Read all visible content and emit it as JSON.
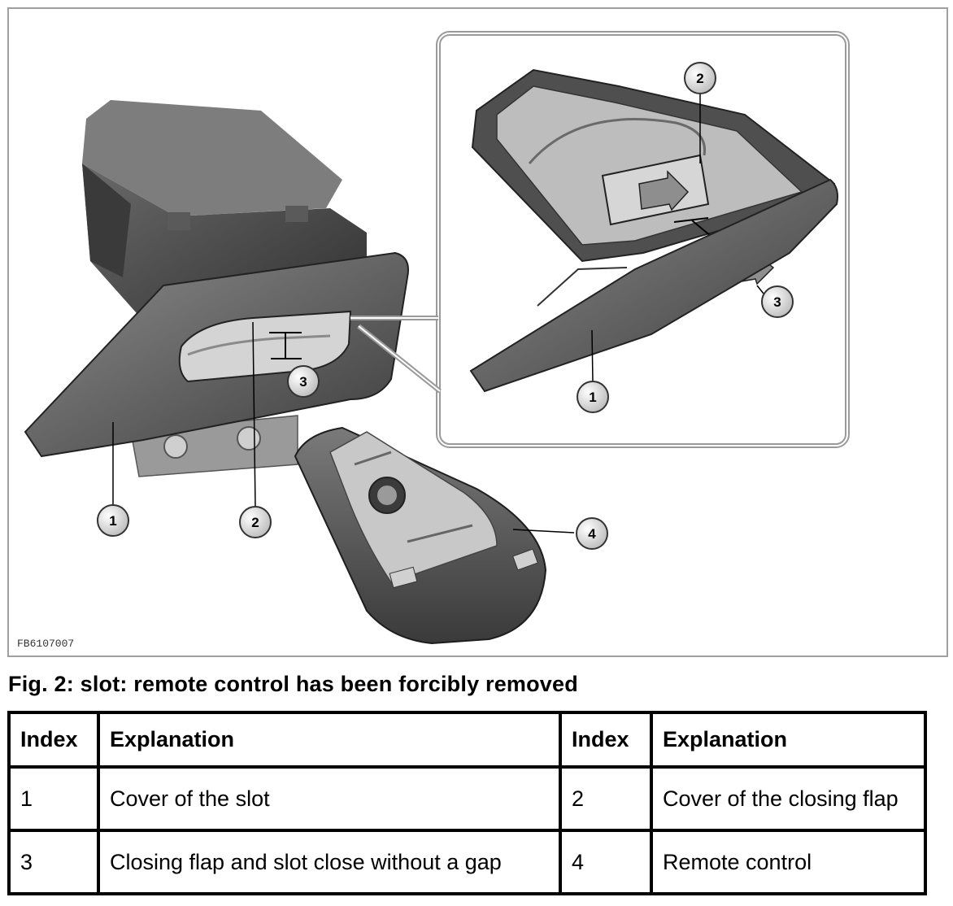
{
  "figure": {
    "code": "FB6107007",
    "callouts": {
      "main_1": "1",
      "main_2": "2",
      "main_3": "3",
      "main_4": "4",
      "inset_1": "1",
      "inset_2": "2",
      "inset_3": "3"
    }
  },
  "caption": "Fig. 2: slot: remote control has been forcibly removed",
  "table": {
    "headers": [
      "Index",
      "Explanation",
      "Index",
      "Explanation"
    ],
    "rows": [
      [
        "1",
        "Cover of the slot",
        "2",
        "Cover of the closing flap"
      ],
      [
        "3",
        "Closing flap and slot close without a gap",
        "4",
        "Remote control"
      ]
    ]
  }
}
